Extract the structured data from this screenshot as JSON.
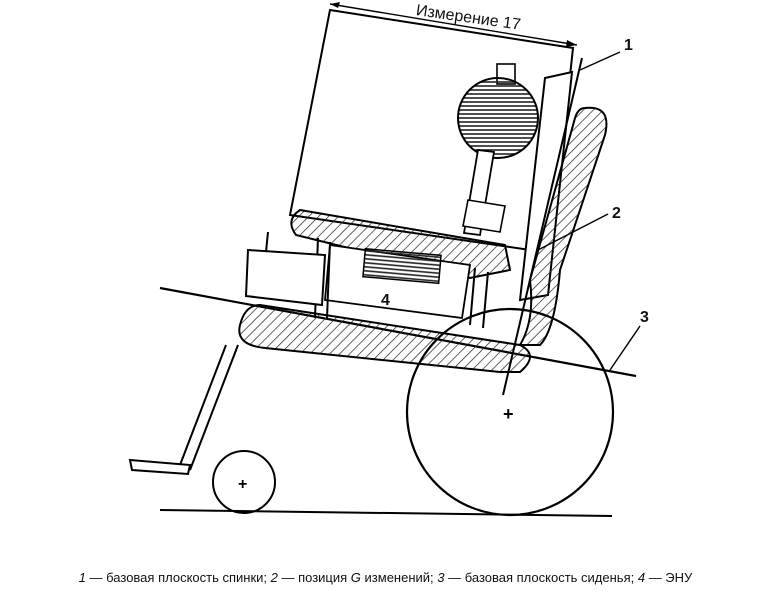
{
  "figure": {
    "measurement_label": "Измерение 17",
    "callouts": [
      {
        "id": "1",
        "text": "1"
      },
      {
        "id": "2",
        "text": "2"
      },
      {
        "id": "3",
        "text": "3"
      },
      {
        "id": "4",
        "text": "4"
      }
    ]
  },
  "caption": {
    "parts": [
      {
        "num": "1",
        "text": " — базовая плоскость спинки; "
      },
      {
        "num": "2",
        "text": " — позиция "
      },
      {
        "num": "G",
        "text": " изменений; "
      },
      {
        "num": "3",
        "text": " — базовая плоскость сиденья; "
      },
      {
        "num": "4",
        "text": " — ЭНУ"
      }
    ]
  }
}
